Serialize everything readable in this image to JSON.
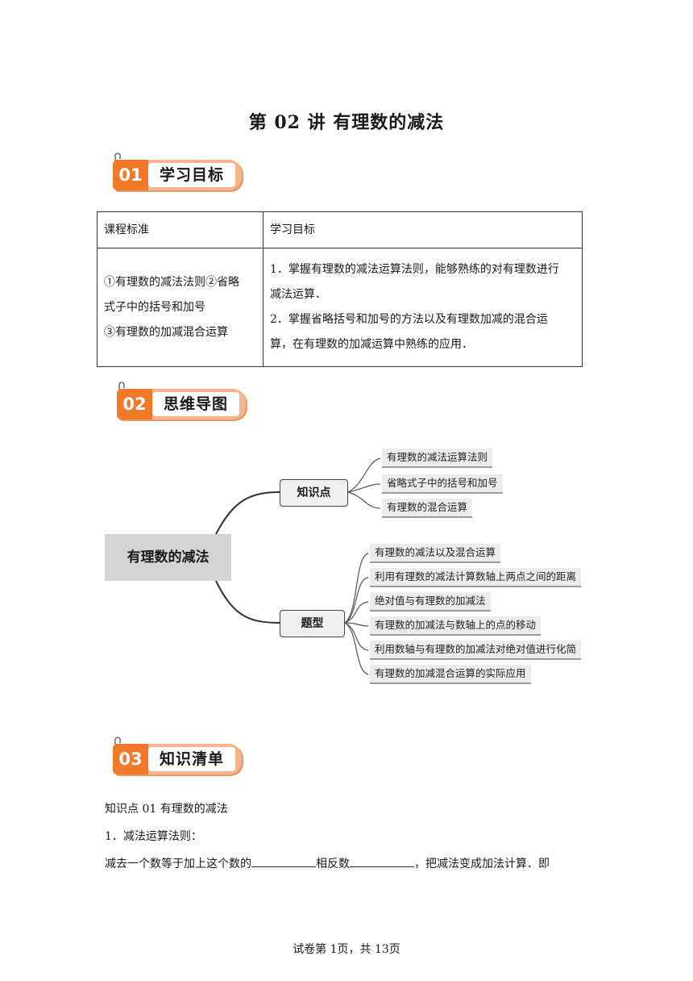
{
  "page_title": "第 02 讲  有理数的减法",
  "sections": [
    {
      "num": "01",
      "label": "学习目标"
    },
    {
      "num": "02",
      "label": "思维导图"
    },
    {
      "num": "03",
      "label": "知识清单"
    }
  ],
  "objectives_table": {
    "headers": [
      "课程标准",
      "学习目标"
    ],
    "standards": [
      "①有理数的减法法则②省略",
      "式子中的括号和加号",
      "③有理数的加减混合运算"
    ],
    "goals": [
      "1．掌握有理数的减法运算法则，能够熟练的对有理数进行",
      "减法运算．",
      "2．掌握省略括号和加号的方法以及有理数加减的混合运",
      "算，在有理数的加减运算中熟练的应用．"
    ]
  },
  "mindmap": {
    "root": "有理数的减法",
    "branches": [
      {
        "label": "知识点",
        "items": [
          "有理数的减法运算法则",
          "省略式子中的括号和加号",
          "有理数的混合运算"
        ]
      },
      {
        "label": "题型",
        "items": [
          "有理数的减法以及混合运算",
          "利用有理数的减法计算数轴上两点之间的距离",
          "绝对值与有理数的加减法",
          "有理数的加减法与数轴上的点的移动",
          "利用数轴与有理数的加减法对绝对值进行化简",
          "有理数的加减混合运算的实际应用"
        ]
      }
    ]
  },
  "knowledge": {
    "point_title": "知识点 01  有理数的减法",
    "rule_heading": "1．减法运算法则：",
    "rule_text_before": "减去一个数等于加上这个数的",
    "rule_blank_answer": "相反数",
    "rule_text_after": "，把减法变成加法计算．即"
  },
  "footer": "试卷第 1页，共 13页",
  "colors": {
    "badge_orange": "#f07a2a",
    "badge_light": "#f5b48c",
    "root_gray": "#d4d4d4"
  }
}
